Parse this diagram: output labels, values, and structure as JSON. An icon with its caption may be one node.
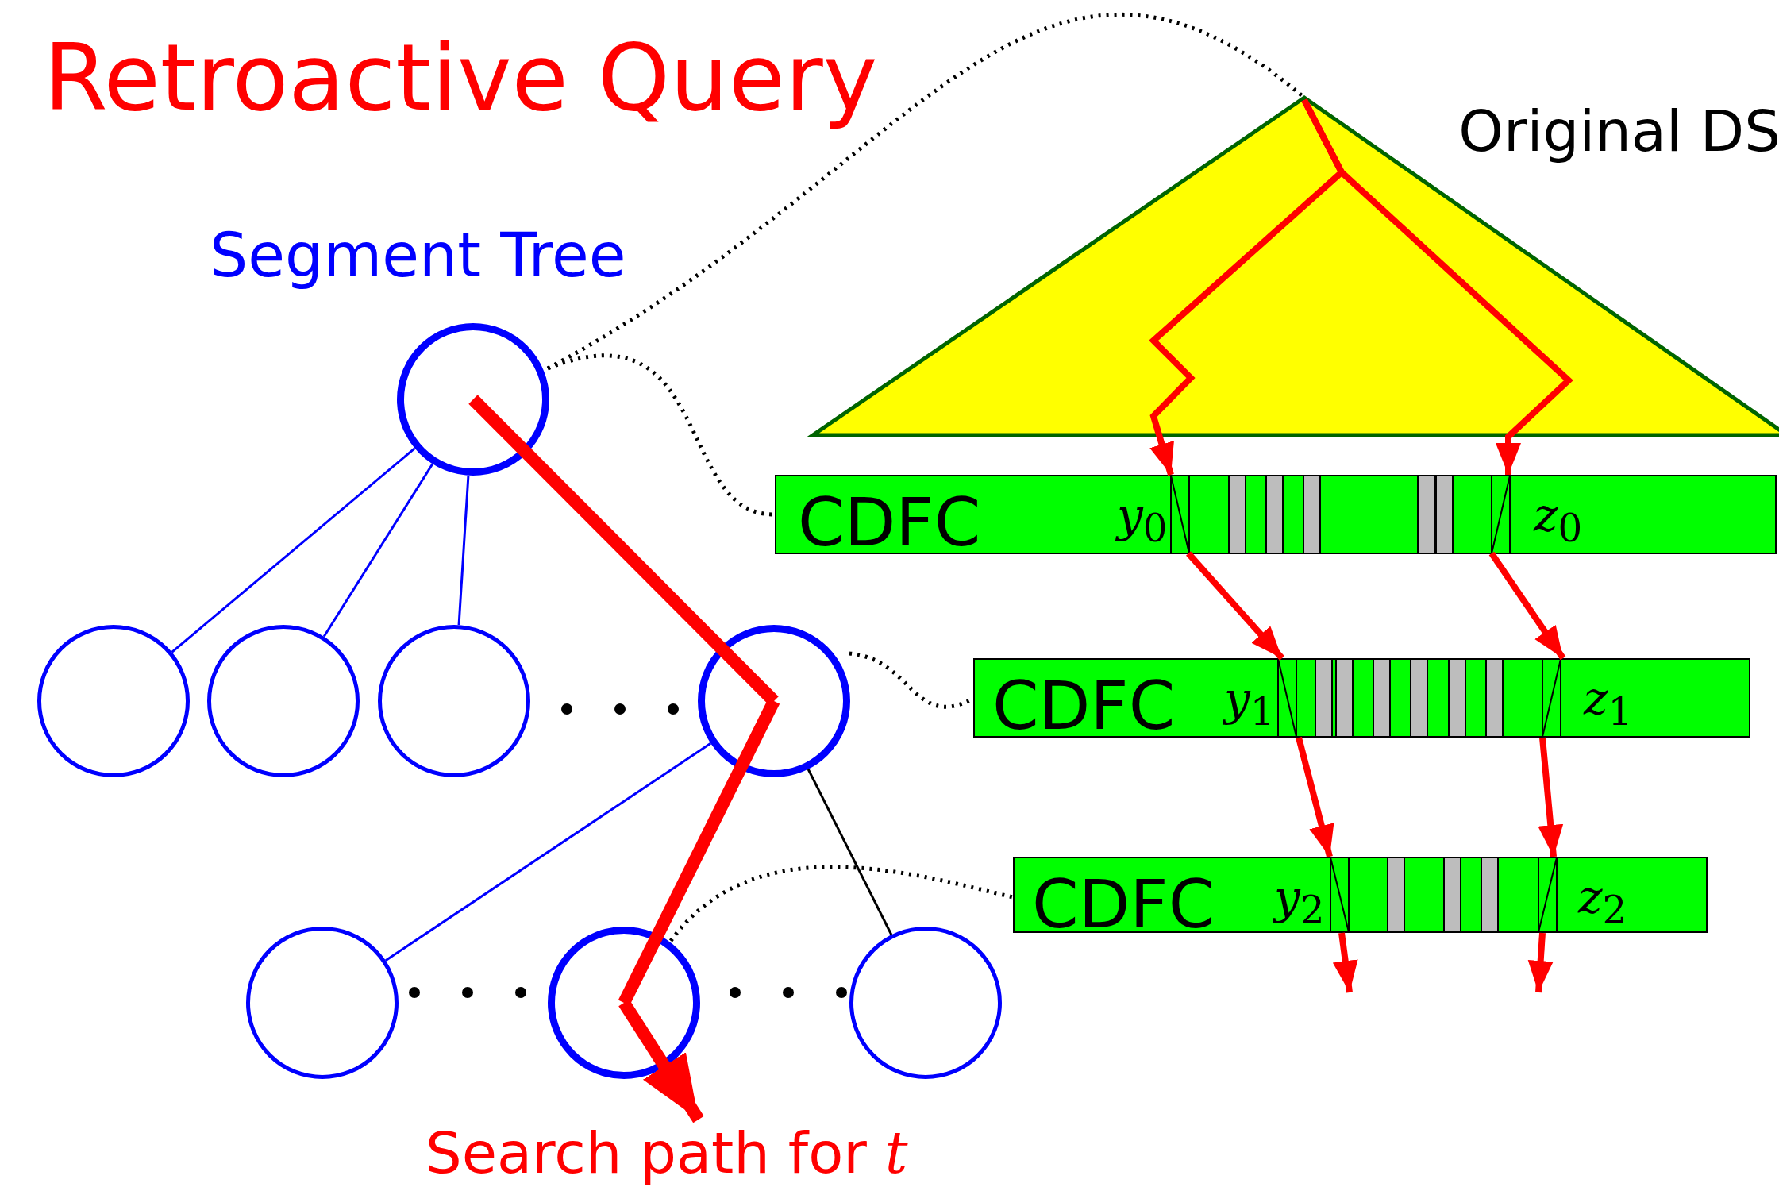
{
  "diagram": {
    "title": "Retroactive Query",
    "nodes": [
      {
        "text": [],
        "shape": "circle"
      },
      {
        "text": [],
        "shape": "circle"
      },
      {
        "text": [],
        "shape": "circle"
      },
      {
        "text": [],
        "shape": "circle"
      },
      {
        "text": [],
        "shape": "circle"
      },
      {
        "text": [],
        "shape": "circle"
      },
      {
        "text": [],
        "shape": "circle"
      },
      {
        "text": [],
        "shape": "circle"
      },
      {
        "text": [
          "Original DS"
        ]
      },
      {
        "text": [
          "CDFC",
          "*y*$_{0}$",
          "*z*$_{0}$"
        ]
      },
      {
        "text": [
          "CDFC",
          "*y*$_{1}$",
          "*z*$_{1}$"
        ]
      },
      {
        "text": [
          "CDFC",
          "*y*$_{2}$",
          "*z*$_{2}$"
        ]
      },
      {
        "text": [
          "Search path for *t*"
        ]
      }
    ],
    "edges": [
      {
        "from": 0,
        "to": 1,
        "arrow": "none",
        "color": "#0000ff"
      },
      {
        "from": 0,
        "to": 2,
        "arrow": "none",
        "color": "#0000ff"
      },
      {
        "from": 0,
        "to": 3,
        "arrow": "none",
        "color": "#0000ff"
      },
      {
        "from": 4,
        "to": 5,
        "arrow": "none",
        "color": "#0000ff"
      },
      {
        "from": 4,
        "to": 7,
        "arrow": "none",
        "color": "#000000"
      },
      {
        "from": 0,
        "to": 4,
        "arrow": "none",
        "style": "thick",
        "color": "#ff0000"
      },
      {
        "from": 4,
        "to": 6,
        "arrow": "none",
        "style": "thick",
        "color": "#ff0000"
      },
      {
        "from": 6,
        "to": 12,
        "arrow": "to",
        "style": "thick",
        "color": "#ff0000"
      },
      {
        "from": 0,
        "to": 8,
        "arrow": "none",
        "style": "dashed",
        "color": "#000000"
      },
      {
        "from": 0,
        "to": 9,
        "arrow": "none",
        "style": "dashed",
        "color": "#000000"
      },
      {
        "from": 4,
        "to": 10,
        "arrow": "none",
        "style": "dashed",
        "color": "#000000"
      },
      {
        "from": 6,
        "to": 11,
        "arrow": "none",
        "style": "dashed",
        "color": "#000000"
      },
      {
        "from": 8,
        "to": 9,
        "arrow": "to",
        "color": "#ff0000"
      },
      {
        "from": 8,
        "to": 9,
        "arrow": "to",
        "color": "#ff0000"
      },
      {
        "from": 9,
        "to": 10,
        "arrow": "to",
        "color": "#ff0000"
      },
      {
        "from": 9,
        "to": 10,
        "arrow": "to",
        "color": "#ff0000"
      },
      {
        "from": 10,
        "to": 11,
        "arrow": "to",
        "color": "#ff0000"
      },
      {
        "from": 10,
        "to": 11,
        "arrow": "to",
        "color": "#ff0000"
      },
      {
        "from": 11,
        "to": null,
        "arrow": "to",
        "color": "#ff0000"
      },
      {
        "from": 11,
        "to": null,
        "arrow": "to",
        "color": "#ff0000"
      }
    ],
    "labels": [
      "Segment Tree"
    ]
  }
}
